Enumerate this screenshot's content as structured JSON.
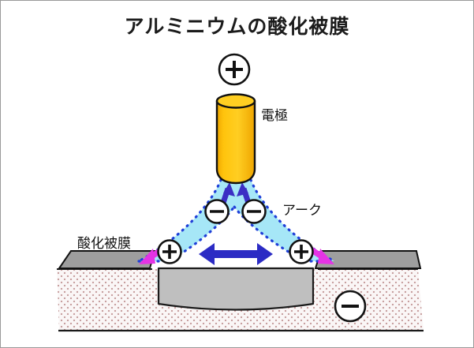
{
  "figure": {
    "title": "アルミニウムの酸化被膜",
    "labels": {
      "electrode": "電極",
      "arc": "アーク",
      "oxide_film": "酸化被膜"
    },
    "charge_symbols": {
      "electrode_polarity": "+",
      "base_metal_polarity": "−",
      "arc_negative_left": "−",
      "arc_negative_right": "−",
      "arc_positive_left": "+",
      "arc_positive_right": "+"
    },
    "colors": {
      "electrode": "#FFC20E",
      "arc_fill": "#A6E7F7",
      "arc_outline": "#1F3FD8",
      "electron_arrow": "#3B2FC4",
      "spread_arrow": "#2B2BC4",
      "cleaning_arrow": "#E533E5",
      "oxide_film": "#9E9E9E",
      "molten_pool": "#BFBFBF",
      "base_metal_stipple": "#C49A9A",
      "border": "#9A9A9A",
      "title_text": "#1B1B1B"
    }
  }
}
